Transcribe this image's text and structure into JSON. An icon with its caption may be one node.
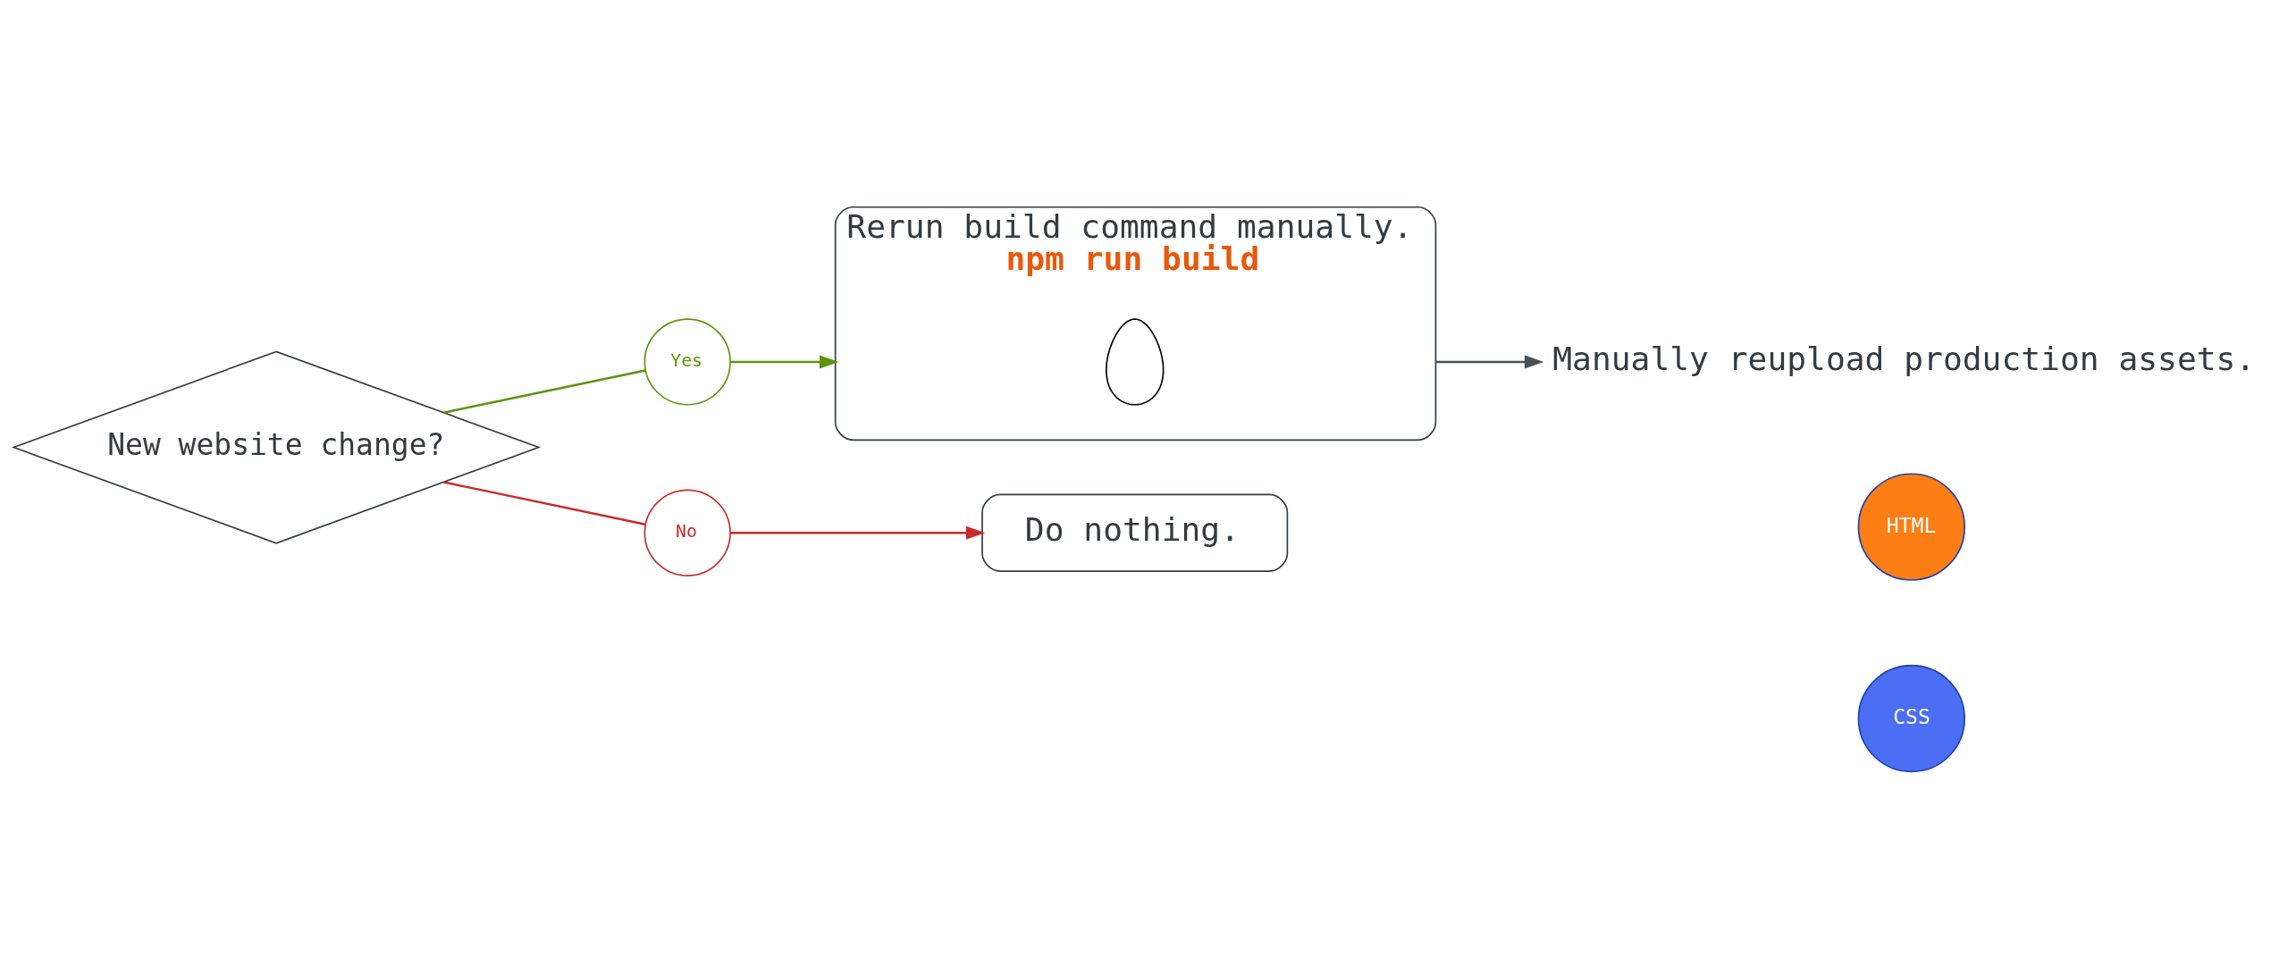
{
  "diagram": {
    "nodes": [
      {
        "text": [
          "New website change?"
        ]
      },
      {
        "text": [
          "Yes"
        ]
      },
      {
        "text": [
          "No"
        ]
      },
      {
        "text": [
          "Rerun build command manually.",
          "npm run build"
        ]
      },
      {
        "text": [],
        "shape": "person",
        "in": 3
      },
      {
        "text": [
          "Manually reupload production assets."
        ]
      },
      {
        "text": [
          "HTML"
        ]
      },
      {
        "text": [
          "CSS"
        ]
      },
      {
        "text": [
          "Do nothing."
        ]
      }
    ],
    "edges": [
      {
        "from": 0,
        "to": 1,
        "arrow": "none",
        "color": "#5c940d"
      },
      {
        "from": 1,
        "to": 3,
        "arrow": "to",
        "color": "#5c940d"
      },
      {
        "from": 0,
        "to": 2,
        "arrow": "none",
        "color": "#c92a2a"
      },
      {
        "from": 2,
        "to": 8,
        "arrow": "to",
        "color": "#c92a2a"
      },
      {
        "from": 3,
        "to": 5,
        "arrow": "to",
        "color": "#495057"
      }
    ]
  }
}
